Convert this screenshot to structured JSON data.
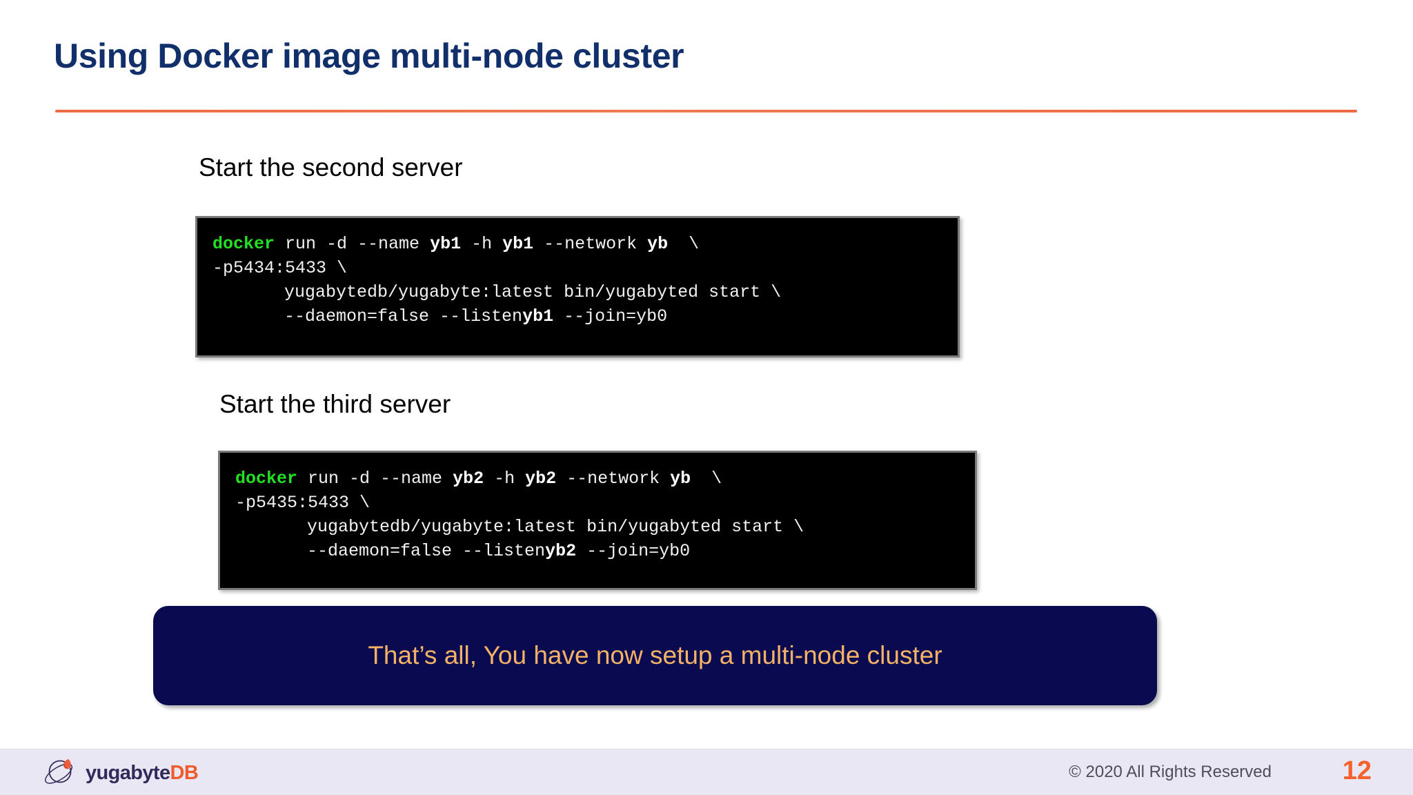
{
  "slide": {
    "title": "Using Docker image multi-node cluster",
    "page_number": "12",
    "accent_rule_color": "#ED6944",
    "title_color": "#11306B"
  },
  "sections": [
    {
      "heading": "Start the second server",
      "code": {
        "command_keyword": "docker",
        "line1_a": " run -d --name ",
        "line1_strong1": "yb1",
        "line1_b": " -h ",
        "line1_strong2": "yb1",
        "line1_c": " --network ",
        "line1_strong3": "yb",
        "line1_d": "  \\",
        "line2": "-p5434:5433 \\",
        "line3": "yugabytedb/yugabyte:latest bin/yugabyted start \\",
        "line4_a": "--daemon=false --listen",
        "line4_strong": "yb1",
        "line4_b": " --join=yb0"
      }
    },
    {
      "heading": "Start the third server",
      "code": {
        "command_keyword": "docker",
        "line1_a": " run -d --name ",
        "line1_strong1": "yb2",
        "line1_b": " -h ",
        "line1_strong2": "yb2",
        "line1_c": " --network ",
        "line1_strong3": "yb",
        "line1_d": "  \\",
        "line2": "-p5435:5433 \\",
        "line3": "yugabytedb/yugabyte:latest bin/yugabyted start \\",
        "line4_a": "--daemon=false --listen",
        "line4_strong": "yb2",
        "line4_b": " --join=yb0"
      }
    }
  ],
  "callout": {
    "text": "That’s all, You have now setup a multi-node cluster",
    "background_color": "#0A0A50",
    "text_color": "#F5B266"
  },
  "footer": {
    "logo_name_primary": "yugabyte",
    "logo_name_accent": "DB",
    "copyright": "© 2020 All Rights Reserved",
    "page_number": "12",
    "background_color": "#E9E7F3",
    "accent_color": "#F4622B"
  },
  "icons": {
    "logo_mark": "yugabyte-planet-rocket-icon"
  }
}
